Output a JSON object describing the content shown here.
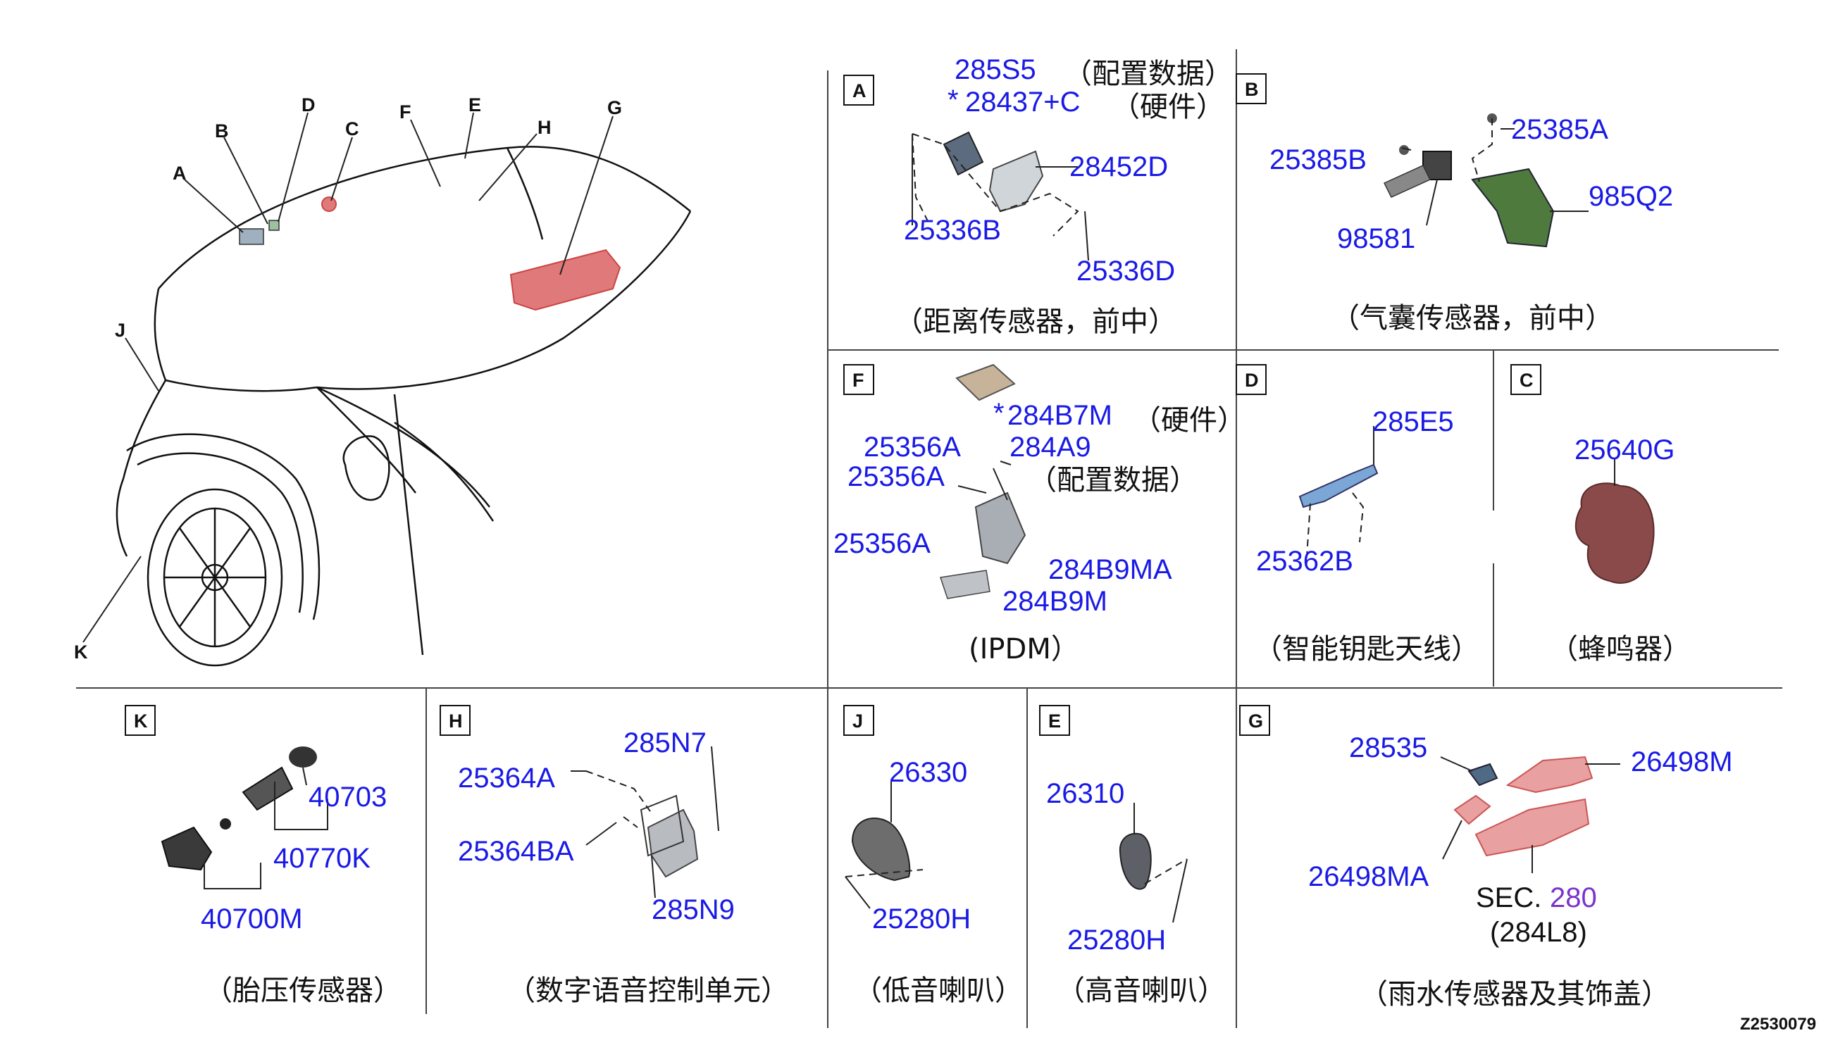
{
  "diagram_code": "Z2530079",
  "vehicle_refs": [
    "A",
    "B",
    "C",
    "D",
    "E",
    "F",
    "G",
    "H",
    "J",
    "K"
  ],
  "colors": {
    "part_number": "#1a1ae6",
    "section_number": "#7a33cc",
    "highlight_part": "#e07a7a",
    "text": "#111111"
  },
  "panels": {
    "A": {
      "box": "A",
      "caption": "（距离传感器，前中）",
      "parts": {
        "p1": "285S5",
        "p1_note": "（配置数据）",
        "p2_star": "*",
        "p2": "28437+C",
        "p2_note": "（硬件）",
        "p3": "28452D",
        "p4": "25336B",
        "p5": "25336D"
      }
    },
    "B": {
      "box": "B",
      "caption": "（气囊传感器，前中）",
      "parts": {
        "p1": "25385A",
        "p2": "25385B",
        "p3": "985Q2",
        "p4": "98581"
      }
    },
    "F": {
      "box": "F",
      "caption": "(IPDM）",
      "parts": {
        "p1_star": "*",
        "p1": "284B7M",
        "p1_note": "（硬件）",
        "p2": "284A9",
        "p2_note": "（配置数据）",
        "p3": "25356A",
        "p4": "25356A",
        "p5": "25356A",
        "p6": "284B9MA",
        "p7": "284B9M"
      }
    },
    "D": {
      "box": "D",
      "caption": "（智能钥匙天线）",
      "parts": {
        "p1": "285E5",
        "p2": "25362B"
      }
    },
    "C": {
      "box": "C",
      "caption": "（蜂鸣器）",
      "parts": {
        "p1": "25640G"
      }
    },
    "K": {
      "box": "K",
      "caption": "（胎压传感器）",
      "parts": {
        "p1": "40703",
        "p2": "40770K",
        "p3": "40700M"
      }
    },
    "H": {
      "box": "H",
      "caption": "（数字语音控制单元）",
      "parts": {
        "p1": "285N7",
        "p2": "25364A",
        "p3": "25364BA",
        "p4": "285N9"
      }
    },
    "J": {
      "box": "J",
      "caption": "（低音喇叭）",
      "parts": {
        "p1": "26330",
        "p2": "25280H"
      }
    },
    "E": {
      "box": "E",
      "caption": "（高音喇叭）",
      "parts": {
        "p1": "26310",
        "p2": "25280H"
      }
    },
    "G": {
      "box": "G",
      "caption": "（雨水传感器及其饰盖）",
      "parts": {
        "p1": "28535",
        "p2": "26498M",
        "p3": "26498MA",
        "sec_prefix": "SEC.",
        "sec_num": "280",
        "sec_sub": "(284L8)"
      }
    }
  }
}
